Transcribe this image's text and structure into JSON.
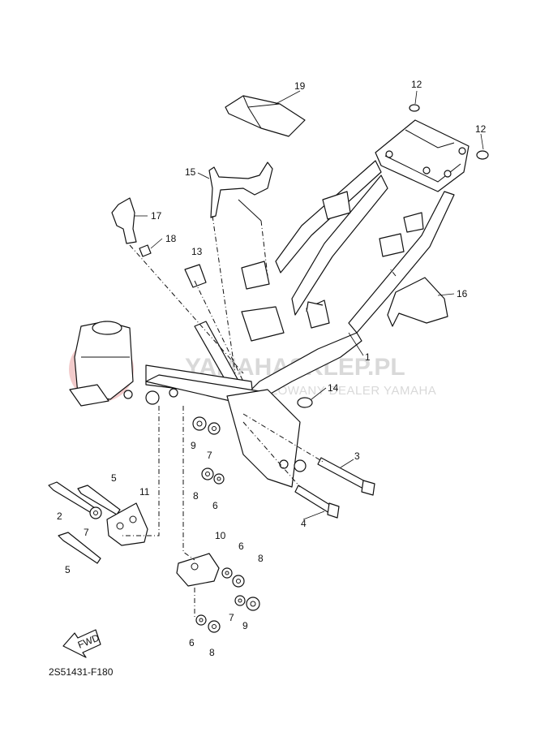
{
  "diagram": {
    "drawing_code": "2S51431-F180",
    "fwd_label": "FWD",
    "watermark": {
      "main_text": "YAMAHASKLEP.PL",
      "sub_text": "AUTORYZOWANY DEALER YAMAHA",
      "color": "#d9d9d9",
      "logo_color": "#e8a0a0"
    },
    "callouts": [
      {
        "id": "c19",
        "label": "19"
      },
      {
        "id": "c12a",
        "label": "12"
      },
      {
        "id": "c12b",
        "label": "12"
      },
      {
        "id": "c15",
        "label": "15"
      },
      {
        "id": "c17",
        "label": "17"
      },
      {
        "id": "c18",
        "label": "18"
      },
      {
        "id": "c13",
        "label": "13"
      },
      {
        "id": "c16",
        "label": "16"
      },
      {
        "id": "c1",
        "label": "1"
      },
      {
        "id": "c14",
        "label": "14"
      },
      {
        "id": "c3",
        "label": "3"
      },
      {
        "id": "c9a",
        "label": "9"
      },
      {
        "id": "c7a",
        "label": "7"
      },
      {
        "id": "c5a",
        "label": "5"
      },
      {
        "id": "c11",
        "label": "11"
      },
      {
        "id": "c8a",
        "label": "8"
      },
      {
        "id": "c6a",
        "label": "6"
      },
      {
        "id": "c4",
        "label": "4"
      },
      {
        "id": "c2",
        "label": "2"
      },
      {
        "id": "c7b",
        "label": "7"
      },
      {
        "id": "c5b",
        "label": "5"
      },
      {
        "id": "c10",
        "label": "10"
      },
      {
        "id": "c6b",
        "label": "6"
      },
      {
        "id": "c8b",
        "label": "8"
      },
      {
        "id": "c7c",
        "label": "7"
      },
      {
        "id": "c9b",
        "label": "9"
      },
      {
        "id": "c6c",
        "label": "6"
      },
      {
        "id": "c8c",
        "label": "8"
      }
    ]
  }
}
